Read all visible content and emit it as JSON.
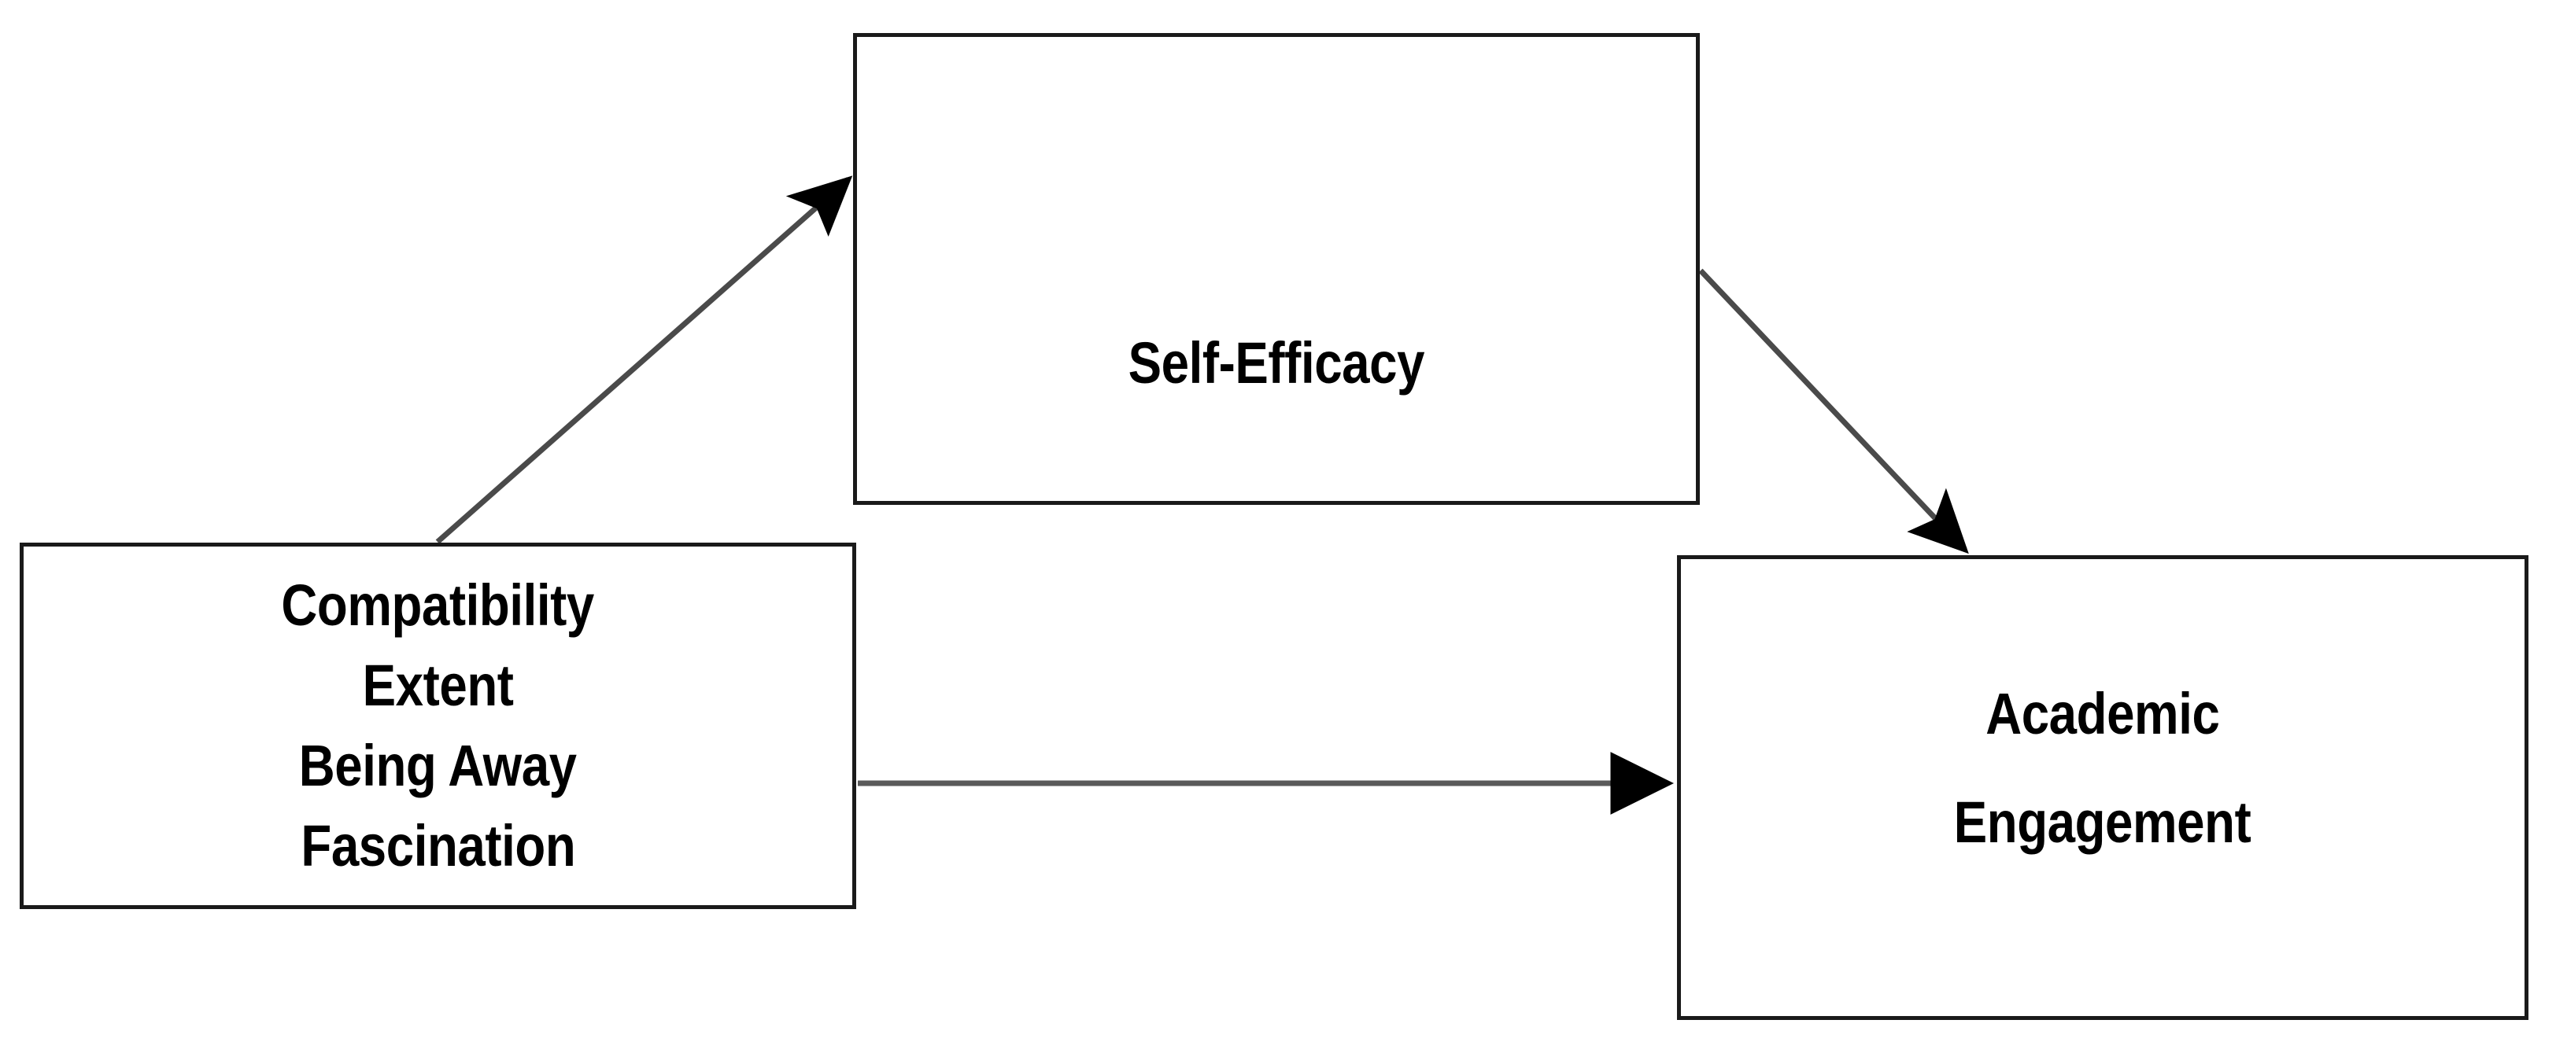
{
  "diagram": {
    "type": "path-model",
    "background_color": "#ffffff",
    "box_border_color": "#1a1a1a",
    "text_color": "#000000",
    "edge_color": "#444444",
    "nodes": [
      {
        "id": "restorative-factors",
        "name": "restorative-factors-box",
        "role": "predictor",
        "lines": [
          "Compatibility",
          "Extent",
          "Being Away",
          "Fascination"
        ]
      },
      {
        "id": "self-efficacy",
        "name": "self-efficacy-box",
        "role": "mediator",
        "lines": [
          "Self-Efficacy"
        ]
      },
      {
        "id": "academic-engagement",
        "name": "academic-engagement-box",
        "role": "outcome",
        "lines": [
          "Academic",
          "Engagement"
        ]
      }
    ],
    "edges": [
      {
        "id": "edge-factors-to-self-efficacy",
        "name": "arrow-factors-to-self-efficacy",
        "from": "restorative-factors",
        "to": "self-efficacy",
        "style": "solid",
        "arrowhead": "filled-triangle"
      },
      {
        "id": "edge-self-efficacy-to-engagement",
        "name": "arrow-self-efficacy-to-engagement",
        "from": "self-efficacy",
        "to": "academic-engagement",
        "style": "solid",
        "arrowhead": "filled-triangle"
      },
      {
        "id": "edge-factors-to-engagement",
        "name": "arrow-factors-to-engagement",
        "from": "restorative-factors",
        "to": "academic-engagement",
        "style": "solid",
        "arrowhead": "filled-triangle"
      }
    ]
  }
}
